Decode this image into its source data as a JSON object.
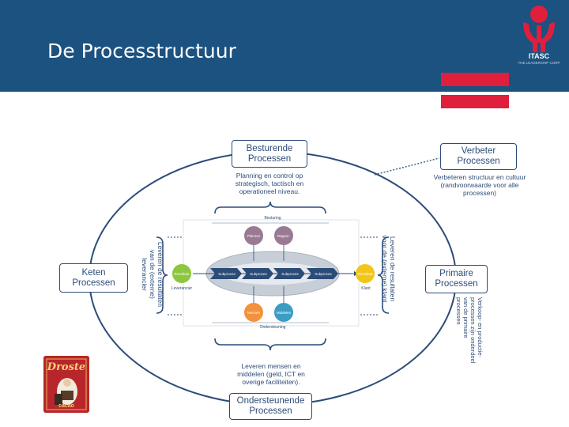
{
  "slide": {
    "title": "De Processtructuur"
  },
  "logo": {
    "name": "ITASC",
    "tagline": "THE LEADERSHIP CORP"
  },
  "colors": {
    "header": "#1b5280",
    "accent_red": "#e01f3d",
    "diagram_blue": "#2c4c78",
    "green": "#8dc63f",
    "yellow": "#f3c518",
    "orange": "#f3923a",
    "teal": "#3a9dc4",
    "mauve": "#9a7a93"
  },
  "diagram": {
    "boxes": {
      "besturende": "Besturende Processen",
      "verbeter": "Verbeter Processen",
      "keten": "Keten Processen",
      "primaire": "Primaire Processen",
      "ondersteunende": "Ondersteunende Processen"
    },
    "notes": {
      "planning": "Planning en control op strategisch, tactisch en operationeel niveau.",
      "verbeteren": "Verbeteren structuur en cultuur (randvoorwaarde voor alle processen)",
      "leveren_mensen": "Leveren mensen en middelen (geld, ICT en overige faciliteiten).",
      "leveren_left": "Leveren de resultaten van de (externe) leverancier",
      "leveren_right": "Leveren de resultaten voor de (externe) klant",
      "verkoop": "Verkoop- en productie- processen zijn onderdeel van de primaire processen"
    },
    "inner": {
      "sturing": "Besturing",
      "ondersteuning": "Ondersteuning",
      "plannen": "Plannen",
      "rapporteren": "Rappor-",
      "mensen": "Mensen",
      "middelen": "Middelen",
      "resultaat_in": "Resultaat",
      "resultaat_out": "Resultaat",
      "leverancier": "Leverancier",
      "klant": "Klant",
      "subproces": [
        "Subproces",
        "Subproces",
        "Subproces",
        "Subproces"
      ]
    }
  },
  "product": {
    "brand": "Droste",
    "label": "cacao"
  }
}
